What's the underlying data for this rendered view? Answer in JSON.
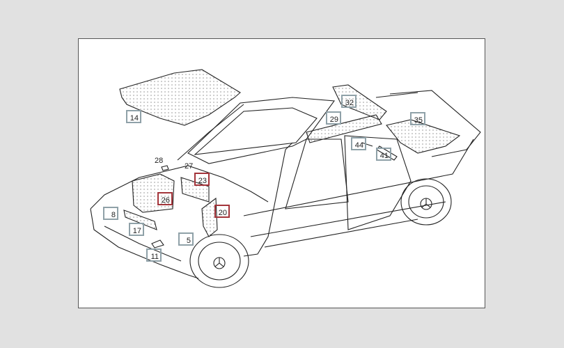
{
  "diagram": {
    "colors": {
      "box_default": "#8fa1a8",
      "box_highlight": "#a3343a",
      "line": "#222222"
    },
    "callouts": [
      {
        "label": "14",
        "highlight": false
      },
      {
        "label": "32",
        "highlight": false
      },
      {
        "label": "29",
        "highlight": false
      },
      {
        "label": "35",
        "highlight": false
      },
      {
        "label": "44",
        "highlight": false
      },
      {
        "label": "41",
        "highlight": false
      },
      {
        "label": "23",
        "highlight": true
      },
      {
        "label": "26",
        "highlight": true
      },
      {
        "label": "8",
        "highlight": false
      },
      {
        "label": "17",
        "highlight": false
      },
      {
        "label": "20",
        "highlight": true
      },
      {
        "label": "5",
        "highlight": false
      },
      {
        "label": "11",
        "highlight": false
      }
    ],
    "plain_labels": [
      "28",
      "27"
    ]
  }
}
